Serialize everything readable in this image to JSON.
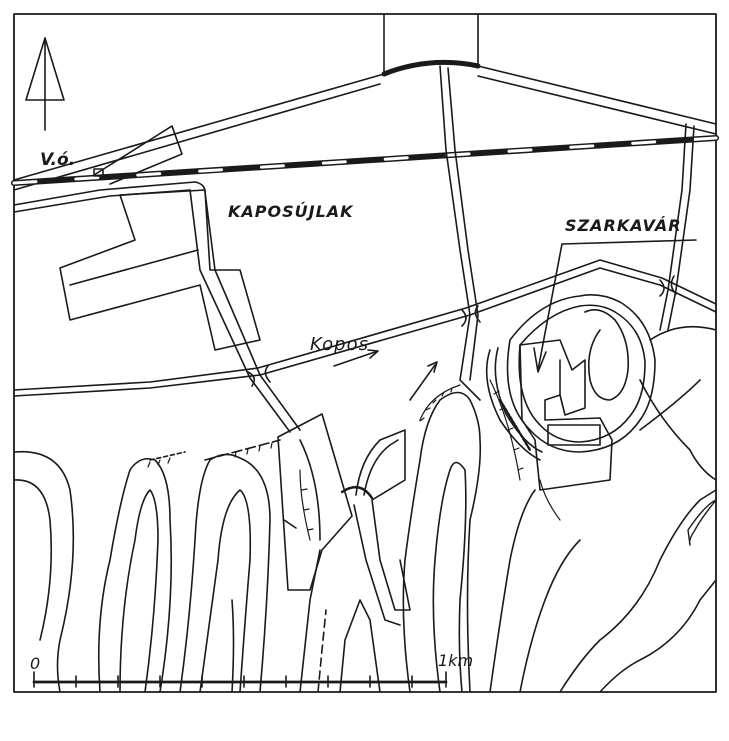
{
  "labels": {
    "station": "V.ó.",
    "village": "KAPOSÚJLAK",
    "site": "SZARKAVÁR",
    "river": "Kopos",
    "scale_start": "0",
    "scale_end": "1km"
  },
  "icons": {
    "north": "north-arrow-icon",
    "flow": "flow-arrow-icon"
  },
  "colors": {
    "ink": "#1a1a1a",
    "paper": "#ffffff"
  }
}
